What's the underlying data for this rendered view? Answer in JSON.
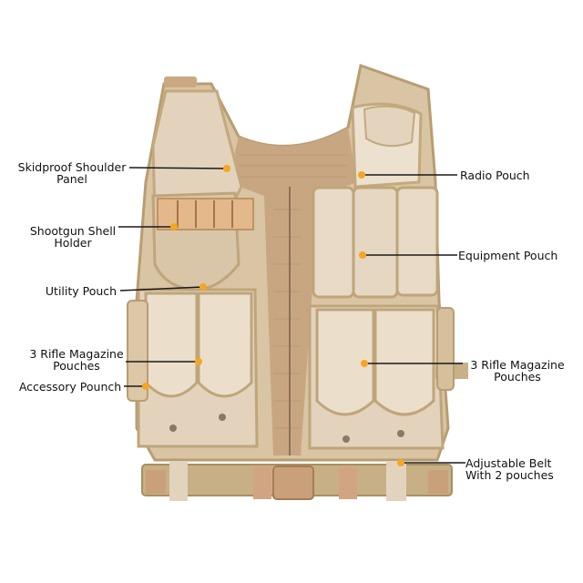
{
  "image": {
    "subject": "Tactical vest (desert tan) with annotated features",
    "background": "#ffffff",
    "colors": {
      "vest_light": "#e6d6c0",
      "vest_mid": "#d4bf9e",
      "vest_trim": "#c2a97e",
      "mesh": "#c9a682",
      "shell_holder": "#e3b98c",
      "belt": "#c7b086",
      "buckle": "#c9a07a",
      "callout_dot": "#f5a623",
      "callout_line": "#1a1a1a"
    }
  },
  "callouts": [
    {
      "id": "skidproof-shoulder-panel",
      "line1": "Skidproof Shoulder",
      "line2": "Panel",
      "side": "left"
    },
    {
      "id": "shotgun-shell-holder",
      "line1": "Shootgun Shell",
      "line2": "Holder",
      "side": "left"
    },
    {
      "id": "utility-pouch",
      "line1": "Utility Pouch",
      "line2": "",
      "side": "left"
    },
    {
      "id": "rifle-magazine-pouches-left",
      "line1": "3 Rifle Magazine",
      "line2": "Pouches",
      "side": "left"
    },
    {
      "id": "accessory-pouch",
      "line1": "Accessory Pounch",
      "line2": "",
      "side": "left"
    },
    {
      "id": "radio-pouch",
      "line1": "Radio Pouch",
      "line2": "",
      "side": "right"
    },
    {
      "id": "equipment-pouch",
      "line1": "Equipment Pouch",
      "line2": "",
      "side": "right"
    },
    {
      "id": "rifle-magazine-pouches-right",
      "line1": "3 Rifle Magazine",
      "line2": "Pouches",
      "side": "right"
    },
    {
      "id": "adjustable-belt",
      "line1": "Adjustable Belt",
      "line2": "With 2 pouches",
      "side": "right"
    }
  ]
}
